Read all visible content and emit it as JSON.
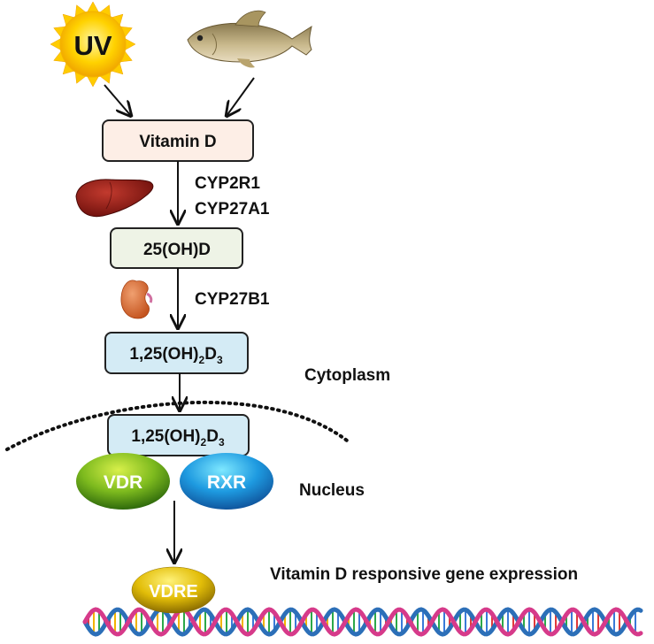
{
  "sun": {
    "label": "UV"
  },
  "boxes": {
    "vitamin_d": "Vitamin D",
    "hydroxy_d": "25(OH)D",
    "calcitriol_cyto": {
      "main": "1,25(OH)",
      "sub1": "2",
      "mid": "D",
      "sub2": "3"
    },
    "calcitriol_nuc": {
      "main": "1,25(OH)",
      "sub1": "2",
      "mid": "D",
      "sub2": "3"
    }
  },
  "enzymes": {
    "liver_1": "CYP2R1",
    "liver_2": "CYP27A1",
    "kidney": "CYP27B1"
  },
  "compartments": {
    "cytoplasm": "Cytoplasm",
    "nucleus": "Nucleus"
  },
  "receptors": {
    "vdr": "VDR",
    "rxr": "RXR",
    "vdre": "VDRE"
  },
  "outcome": "Vitamin D responsive gene expression",
  "colors": {
    "box_vitamin_d": "#fdeee6",
    "box_hydroxy_d": "#eef3e6",
    "box_calcitriol": "#d4ebf5",
    "vdr_green": "#6aa21c",
    "rxr_blue": "#1e8ed8",
    "vdre_yellow": "#e6c20a",
    "dna_pink": "#d63a8a",
    "dna_blue": "#2c6fb8"
  },
  "icons": [
    "sun-icon",
    "fish-icon",
    "liver-icon",
    "kidney-icon",
    "dna-helix-icon"
  ]
}
